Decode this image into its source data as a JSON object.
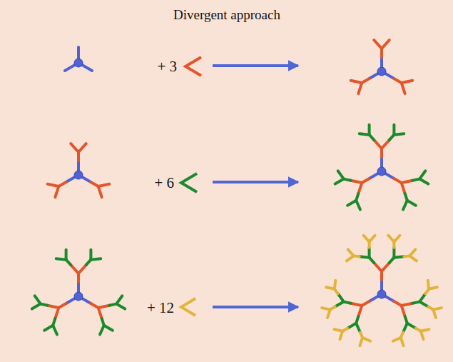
{
  "diagram": {
    "title": "Divergent approach",
    "labels": [
      "+ 3",
      "+ 6",
      "+ 12"
    ]
  }
}
